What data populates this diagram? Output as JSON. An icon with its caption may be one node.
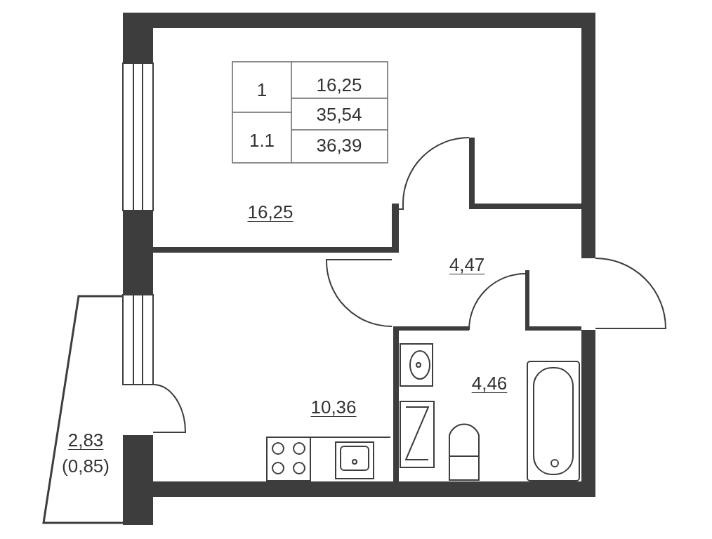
{
  "diagram": {
    "labels": [
      "1",
      "16,25",
      "35,54",
      "1.1",
      "36,39",
      "16,25",
      "4,47",
      "4,46",
      "10,36",
      "2,83",
      "(0,85)"
    ]
  }
}
